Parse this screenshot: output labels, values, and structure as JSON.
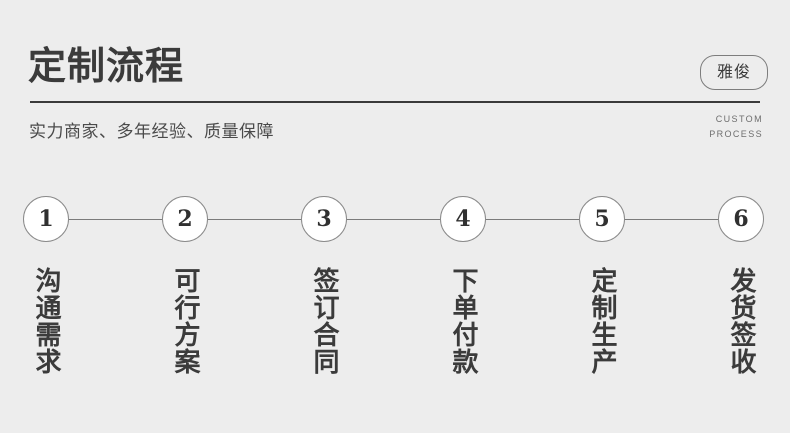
{
  "header": {
    "title": "定制流程",
    "subtitle": "实力商家、多年经验、质量保障",
    "brand_badge": "雅俊",
    "en_line1": "CUSTOM",
    "en_line2": "PROCESS"
  },
  "steps": [
    {
      "number": "1",
      "label": "沟通需求"
    },
    {
      "number": "2",
      "label": "可行方案"
    },
    {
      "number": "3",
      "label": "签订合同"
    },
    {
      "number": "4",
      "label": "下单付款"
    },
    {
      "number": "5",
      "label": "定制生产"
    },
    {
      "number": "6",
      "label": "发货签收"
    }
  ],
  "colors": {
    "background": "#ededed",
    "text_dark": "#3b3b3b",
    "line": "#7b7b7b",
    "circle_border": "#8a8a8a",
    "circle_fill": "#ffffff",
    "divider": "#3a3a3a",
    "en_text": "#6e6e6e"
  }
}
